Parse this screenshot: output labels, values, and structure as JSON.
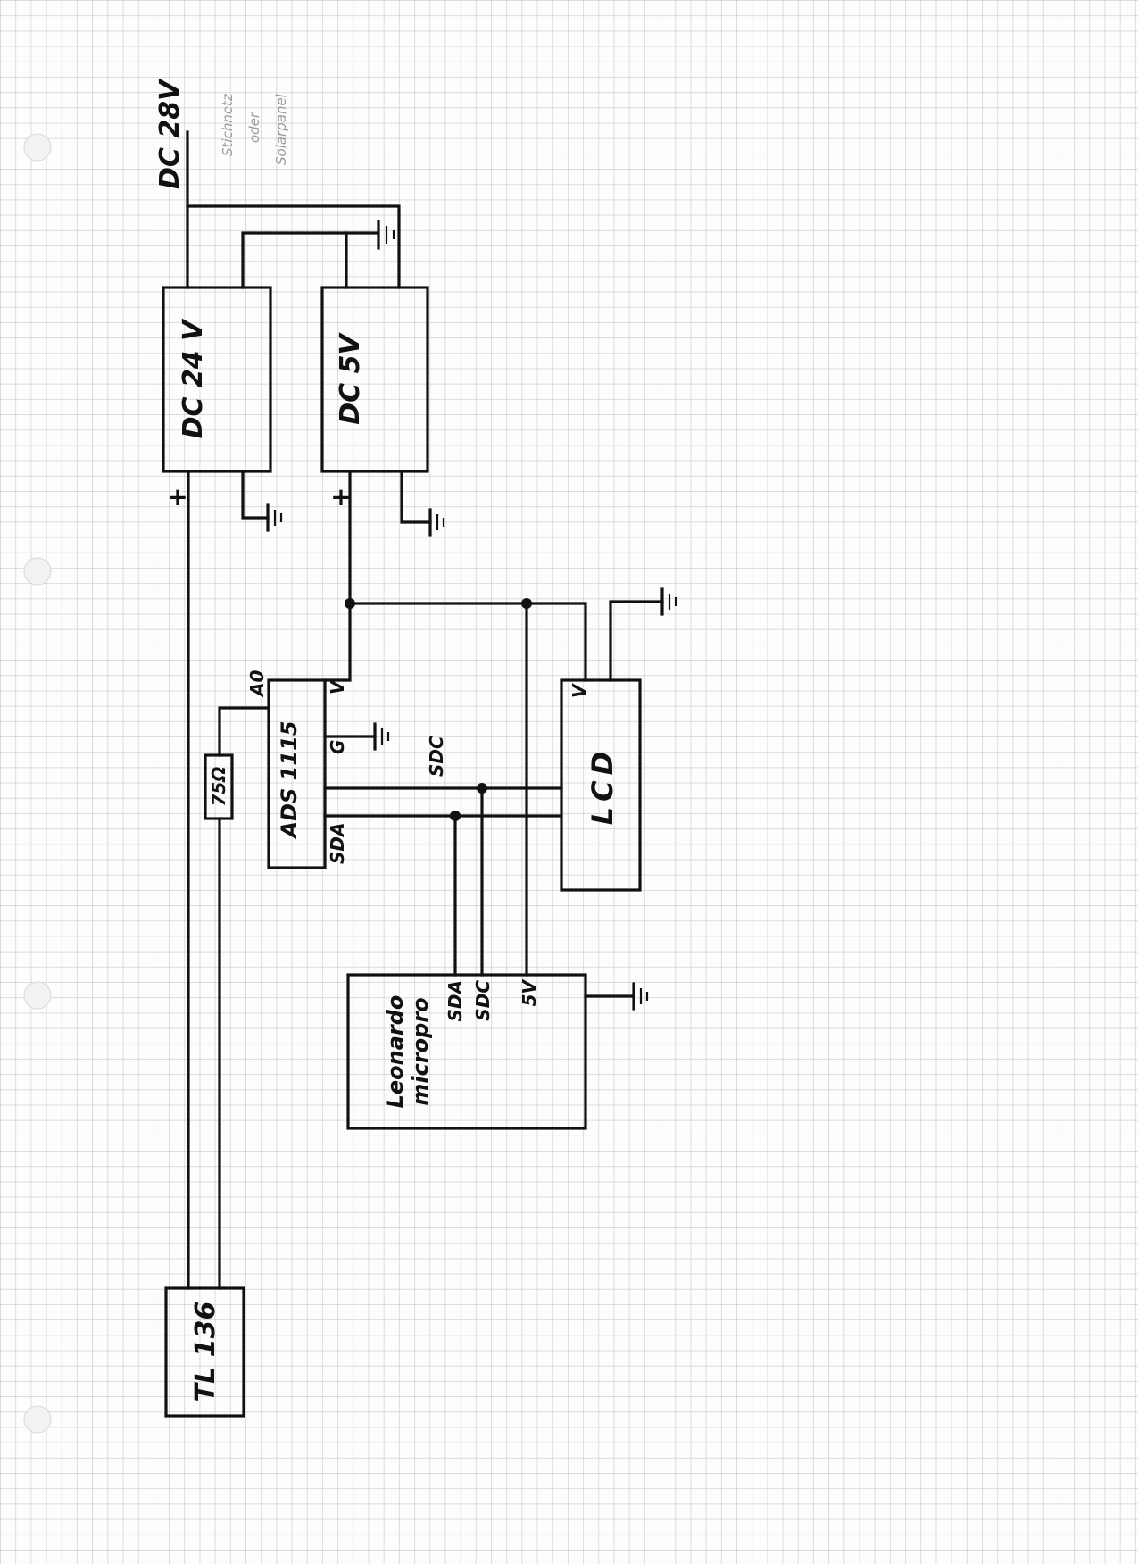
{
  "supply": {
    "voltage_label": "DC 28V",
    "note_lines": [
      "Stichnetz",
      "oder",
      "Solarpanel"
    ]
  },
  "converter_24": {
    "label": "DC 24 V",
    "plus": "+"
  },
  "converter_5": {
    "label": "DC 5V",
    "plus": "+"
  },
  "ads": {
    "label": "ADS 1115",
    "pin_a0": "A0",
    "pin_v": "V",
    "pin_g": "G",
    "pin_sda": "SDA"
  },
  "bus_label": "SDC",
  "lcd": {
    "label": "LCD",
    "pin_v": "V"
  },
  "micro": {
    "line1": "Leonardo",
    "line2": "micropro",
    "pin_sda": "SDA",
    "pin_sdc": "SDC",
    "pin_5v": "5V"
  },
  "resistor": {
    "label": "75Ω"
  },
  "sensor": {
    "label": "TL 136"
  }
}
